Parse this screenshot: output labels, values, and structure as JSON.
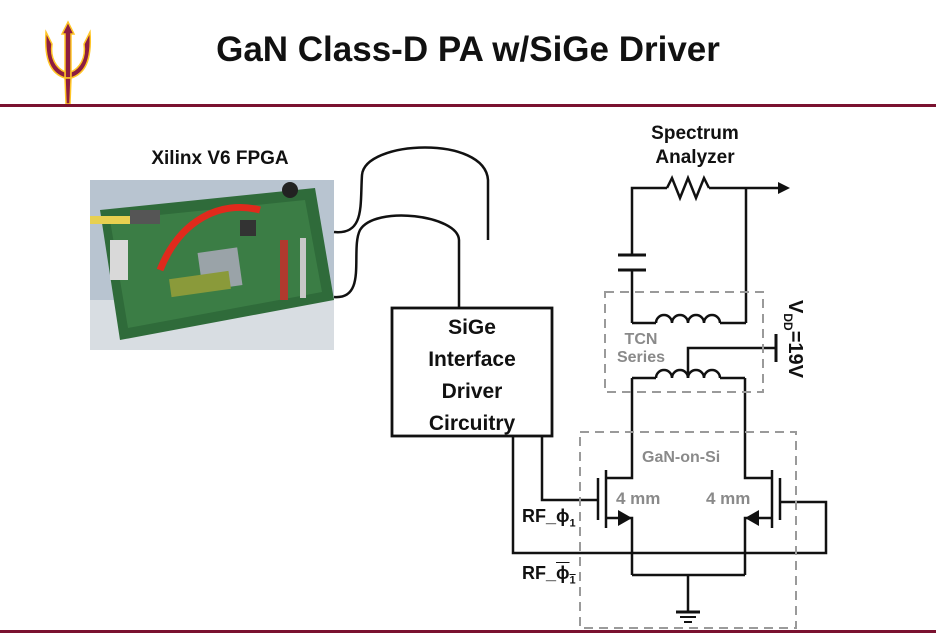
{
  "slide": {
    "title": "GaN Class-D PA w/SiGe Driver",
    "accent_color": "#7a1230",
    "logo_icon": "pitchfork-icon",
    "logo_color": "#8c1d40",
    "logo_accent": "#ffc627"
  },
  "diagram": {
    "fpga_label": "Xilinx V6 FPGA",
    "driver_box": [
      "SiGe",
      "Interface",
      "Driver",
      "Circuitry"
    ],
    "spectrum_analyzer": [
      "Spectrum",
      "Analyzer"
    ],
    "tcn_label": [
      "TCN",
      "Series"
    ],
    "gan_label": "GaN-on-Si",
    "transistor_left": "4 mm",
    "transistor_right": "4 mm",
    "vdd_label": "V",
    "vdd_sub": "DD",
    "vdd_value": "=19V",
    "rf1_prefix": "RF_",
    "rf1_phi": "ϕ",
    "rf1_sub": "1",
    "rf2_prefix": "RF_",
    "rf2_phi": "ϕ",
    "rf2_sub": "1"
  }
}
